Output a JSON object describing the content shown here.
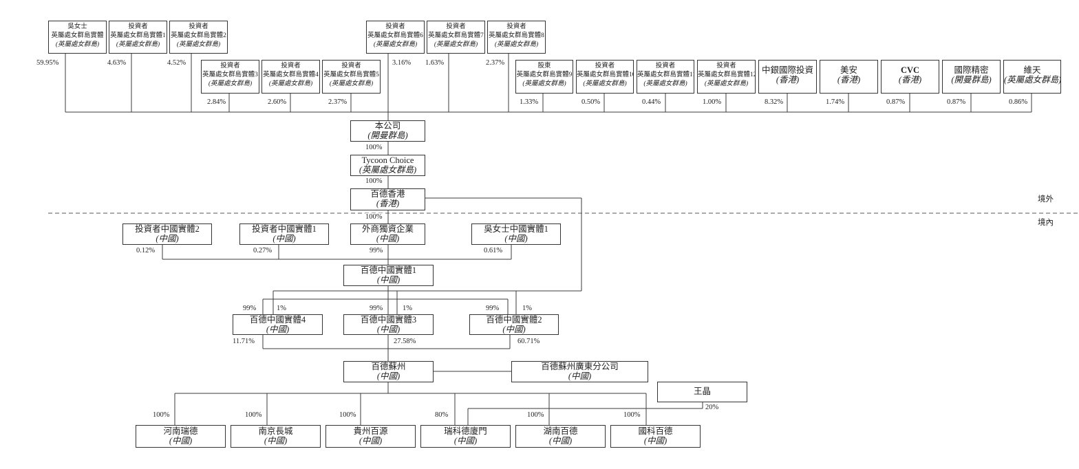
{
  "top_row": [
    {
      "line1": "吳女士",
      "line2": "英屬處女群島實體",
      "line3": "(英屬處女群島)",
      "stake": "59.95%"
    },
    {
      "line1": "投資者",
      "line2": "英屬處女群島實體1",
      "line3": "(英屬處女群島)",
      "stake": "4.63%"
    },
    {
      "line1": "投資者",
      "line2": "英屬處女群島實體2",
      "line3": "(英屬處女群島)",
      "stake": "4.52%"
    },
    {
      "line1": "投資者",
      "line2": "英屬處女群島實體6",
      "line3": "(英屬處女群島)",
      "stake": "3.16%"
    },
    {
      "line1": "投資者",
      "line2": "英屬處女群島實體7",
      "line3": "(英屬處女群島)",
      "stake": "1.63%"
    },
    {
      "line1": "投資者",
      "line2": "英屬處女群島實體8",
      "line3": "(英屬處女群島)",
      "stake": "2.37%"
    }
  ],
  "second_row": [
    {
      "line1": "投資者",
      "line2": "英屬處女群島實體3",
      "line3": "(英屬處女群島)",
      "stake": "2.84%"
    },
    {
      "line1": "投資者",
      "line2": "英屬處女群島實體4",
      "line3": "(英屬處女群島)",
      "stake": "2.60%"
    },
    {
      "line1": "投資者",
      "line2": "英屬處女群島實體5",
      "line3": "(英屬處女群島)",
      "stake": "2.37%"
    },
    {
      "line1": "股東",
      "line2": "英屬處女群島實體9",
      "line3": "(英屬處女群島)",
      "stake": "1.33%"
    },
    {
      "line1": "投資者",
      "line2": "英屬處女群島實體10",
      "line3": "(英屬處女群島)",
      "stake": "0.50%"
    },
    {
      "line1": "投資者",
      "line2": "英屬處女群島實體11",
      "line3": "(英屬處女群島)",
      "stake": "0.44%"
    },
    {
      "line1": "投資者",
      "line2": "英屬處女群島實體12",
      "line3": "(英屬處女群島)",
      "stake": "1.00%"
    }
  ],
  "institutional": [
    {
      "name": "中銀國際投資",
      "jurisdiction": "(香港)",
      "stake": "8.32%"
    },
    {
      "name": "美安",
      "jurisdiction": "(香港)",
      "stake": "1.74%"
    },
    {
      "name": "CVC",
      "jurisdiction": "(香港)",
      "stake": "0.87%"
    },
    {
      "name": "國際精密",
      "jurisdiction": "(開曼群島)",
      "stake": "0.87%"
    },
    {
      "name": "維天",
      "jurisdiction": "(英屬處女群島)",
      "stake": "0.86%"
    }
  ],
  "offshore": {
    "company": {
      "name": "本公司",
      "jurisdiction": "(開曼群島)"
    },
    "company_to_tycoon": "100%",
    "tycoon": {
      "name": "Tycoon Choice",
      "jurisdiction": "(英屬處女群島)"
    },
    "tycoon_to_hk": "100%",
    "hk": {
      "name": "百德香港",
      "jurisdiction": "(香港)"
    },
    "hk_to_wfoe": "100%"
  },
  "boundary": {
    "offshore": "境外",
    "onshore": "境內"
  },
  "onshore_holders": [
    {
      "name": "投資者中國實體2",
      "jurisdiction": "(中國)",
      "stake": "0.12%"
    },
    {
      "name": "投資者中國實體1",
      "jurisdiction": "(中國)",
      "stake": "0.27%"
    },
    {
      "name": "外商獨資企業",
      "jurisdiction": "(中國)",
      "stake": "99%"
    },
    {
      "name": "吳女士中國實體1",
      "jurisdiction": "(中國)",
      "stake": "0.61%"
    }
  ],
  "pdc1": {
    "name": "百德中國實體1",
    "jurisdiction": "(中國)"
  },
  "pdc_subs": [
    {
      "name": "百德中國實體4",
      "jurisdiction": "(中國)",
      "stake_from_pdc1": "99%",
      "stake_from_hk": "1%",
      "stake_in_suzhou": "11.71%"
    },
    {
      "name": "百德中國實體3",
      "jurisdiction": "(中國)",
      "stake_from_pdc1": "99%",
      "stake_from_hk": "1%",
      "stake_in_suzhou": "27.58%"
    },
    {
      "name": "百德中國實體2",
      "jurisdiction": "(中國)",
      "stake_from_pdc1": "99%",
      "stake_from_hk": "1%",
      "stake_in_suzhou": "60.71%"
    }
  ],
  "suzhou": {
    "name": "百德蘇州",
    "jurisdiction": "(中國)"
  },
  "guangdong_branch": {
    "name": "百德蘇州廣東分公司",
    "jurisdiction": "(中國)"
  },
  "wang_jing": {
    "name": "王晶",
    "stake": "20%"
  },
  "subsidiaries": [
    {
      "name": "河南瑞德",
      "jurisdiction": "(中國)",
      "stake": "100%"
    },
    {
      "name": "南京長城",
      "jurisdiction": "(中國)",
      "stake": "100%"
    },
    {
      "name": "貴州百源",
      "jurisdiction": "(中國)",
      "stake": "100%"
    },
    {
      "name": "瑞科德廈門",
      "jurisdiction": "(中國)",
      "stake": "80%"
    },
    {
      "name": "湖南百德",
      "jurisdiction": "(中國)",
      "stake": "100%"
    },
    {
      "name": "國科百德",
      "jurisdiction": "(中國)",
      "stake": "100%"
    }
  ]
}
